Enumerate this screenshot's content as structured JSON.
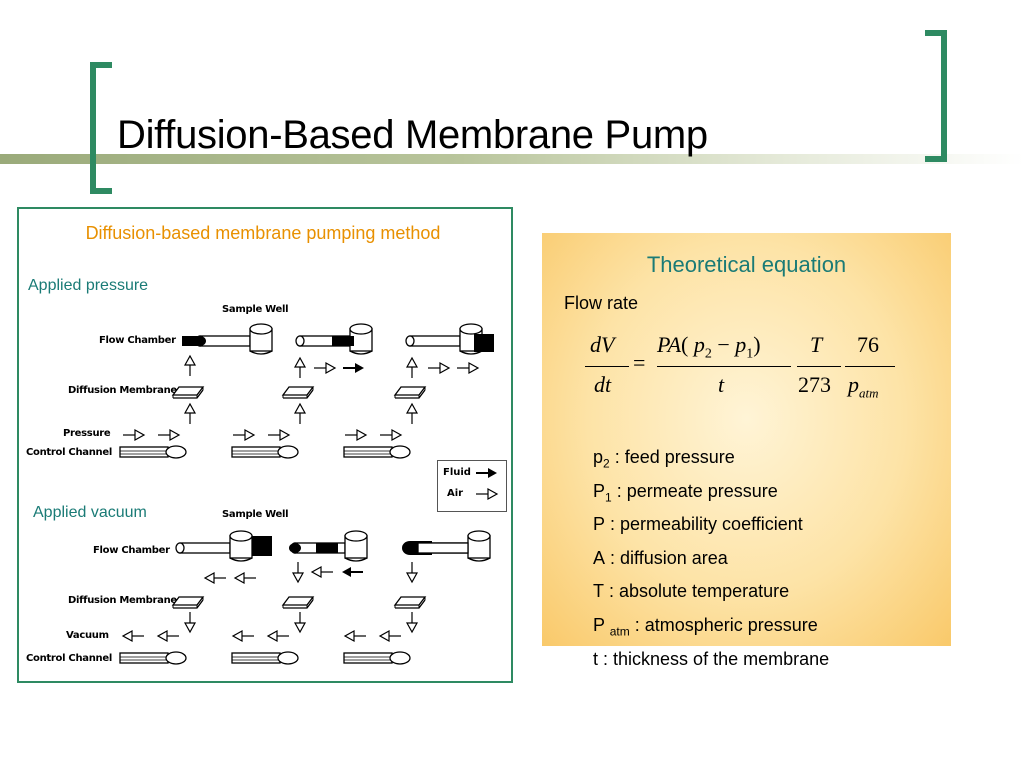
{
  "slide": {
    "title": "Diffusion-Based Membrane Pump"
  },
  "diagram": {
    "title": "Diffusion-based membrane pumping method",
    "applied_pressure_label": "Applied pressure",
    "applied_vacuum_label": "Applied vacuum",
    "top": {
      "sample_well": "Sample Well",
      "flow_chamber": "Flow Chamber",
      "diffusion_membrane": "Diffusion Membrane",
      "channel_type": "Pressure",
      "control_channel": "Control Channel"
    },
    "bottom": {
      "sample_well": "Sample Well",
      "flow_chamber": "Flow Chamber",
      "diffusion_membrane": "Diffusion Membrane",
      "channel_type": "Vacuum",
      "control_channel": "Control Channel"
    },
    "legend": {
      "fluid": "Fluid",
      "air": "Air"
    }
  },
  "equation": {
    "heading": "Theoretical equation",
    "flow_rate": "Flow rate",
    "dV": "dV",
    "dt": "dt",
    "equals": "=",
    "PA": "PA",
    "p2": "p",
    "p2_sub": "2",
    "minus": "−",
    "p1": "p",
    "p1_sub": "1",
    "t": "t",
    "T": "T",
    "n273": "273",
    "n76": "76",
    "patm": "p",
    "patm_sub": "atm"
  },
  "definitions": [
    {
      "sym": "p",
      "sub": "2",
      "text": " : feed pressure"
    },
    {
      "sym": "P",
      "sub": "1",
      "text": " : permeate pressure"
    },
    {
      "sym": "P",
      "sub": "",
      "text": " : permeability coefficient"
    },
    {
      "sym": "A",
      "sub": "",
      "text": " : diffusion area"
    },
    {
      "sym": "T",
      "sub": "",
      "text": " : absolute temperature"
    },
    {
      "sym": "P ",
      "sub": "atm",
      "text": " : atmospheric pressure"
    },
    {
      "sym": "t",
      "sub": "",
      "text": " : thickness of the membrane"
    }
  ],
  "colors": {
    "accent_green": "#2e8a62",
    "teal_text": "#1a7b76",
    "orange_text": "#e89000"
  }
}
